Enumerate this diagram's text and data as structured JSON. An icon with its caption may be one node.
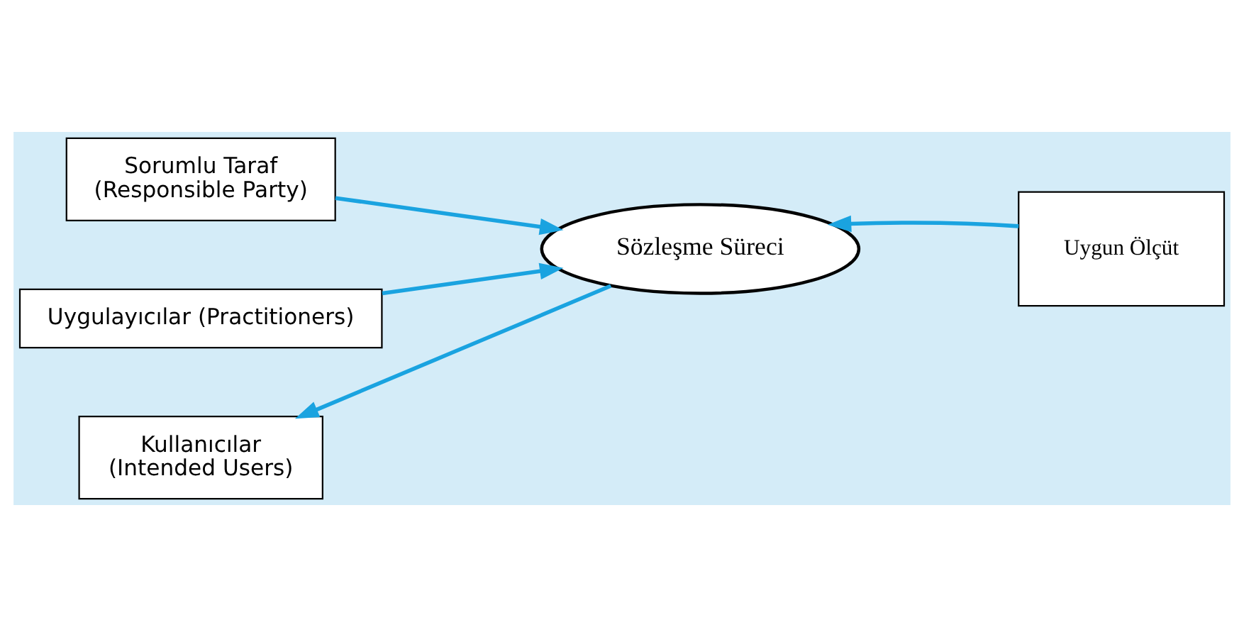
{
  "diagram": {
    "nodes": [
      {
        "text": [
          "Sorumlu Taraf",
          "(Responsible Party)"
        ]
      },
      {
        "text": [
          "Uygulayıcılar (Practitioners)"
        ]
      },
      {
        "text": [
          "Sözleşme Süreci"
        ]
      },
      {
        "text": [
          "Uygun Ölçüt"
        ]
      },
      {
        "text": [
          "Kullanıcılar",
          "(Intended Users)"
        ]
      }
    ],
    "edges": [
      {
        "from": 0,
        "to": 2,
        "arrow": "to"
      },
      {
        "from": 1,
        "to": 2,
        "arrow": "to"
      },
      {
        "from": 2,
        "to": 4,
        "arrow": "to"
      },
      {
        "from": 3,
        "to": 2,
        "arrow": "to"
      }
    ]
  }
}
